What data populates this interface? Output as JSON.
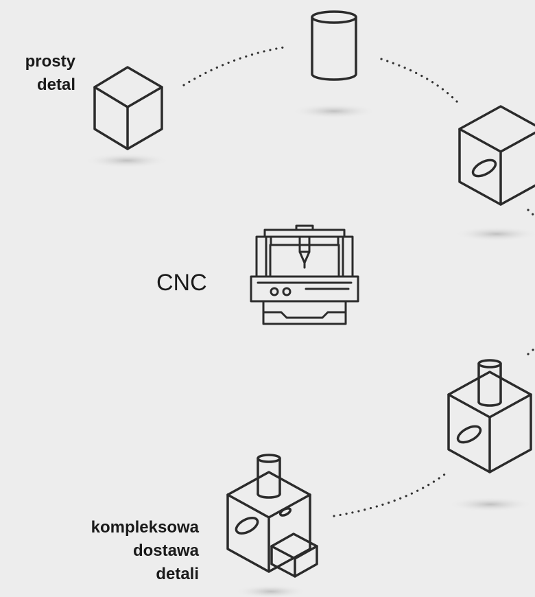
{
  "labels": {
    "simple_part": "prosty\ndetal",
    "machine": "CNC",
    "complex_supply": "kompleksowa\ndostawa\ndetali"
  },
  "colors": {
    "background": "#ededed",
    "stroke": "#2b2b2b",
    "shadow": "#c4c4c4"
  },
  "icons": [
    "cube-icon",
    "cylinder-icon",
    "cube-with-hole-icon",
    "cnc-machine-icon",
    "cube-with-cylinder-icon",
    "assembly-icon"
  ]
}
